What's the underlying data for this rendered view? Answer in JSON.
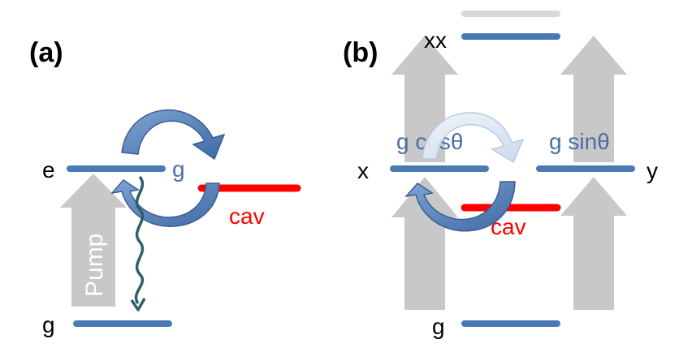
{
  "panel_a": {
    "panel_label": "(a)",
    "excited_label": "e",
    "ground_label": "g",
    "coupling_label": "g",
    "cavity_label": "cav",
    "pump_label": "Pump"
  },
  "panel_b": {
    "panel_label": "(b)",
    "biexciton_label": "xx",
    "x_label": "x",
    "y_label": "y",
    "ground_label": "g",
    "coupling_cos_label": "g cosθ",
    "coupling_sin_label": "g sinθ",
    "cavity_label": "cav"
  },
  "colors": {
    "level": "#4a7ab5",
    "cavity": "#ff0000",
    "pump_arrow": "#c8c8c8",
    "coupling_arrow": "#5b82b8",
    "emission": "#2f5f6a",
    "faint_level": "#d8d8d8"
  }
}
